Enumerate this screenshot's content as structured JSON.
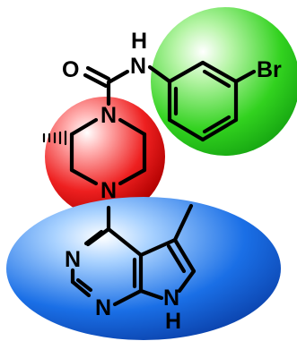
{
  "atoms": {
    "O": "O",
    "N_amide": "N",
    "H_amide": "H",
    "Br": "Br",
    "N_pip_top": "N",
    "N_pip_bottom": "N",
    "N_pyr_1": "N",
    "N_pyr_3": "N",
    "N_pyrrole": "N",
    "H_pyrrole": "H"
  },
  "colors": {
    "piperazine_blob": "#e8141a",
    "aryl_blob": "#1fd11f",
    "heteroaryl_blob": "#1467e0",
    "bonds": "#000000"
  }
}
